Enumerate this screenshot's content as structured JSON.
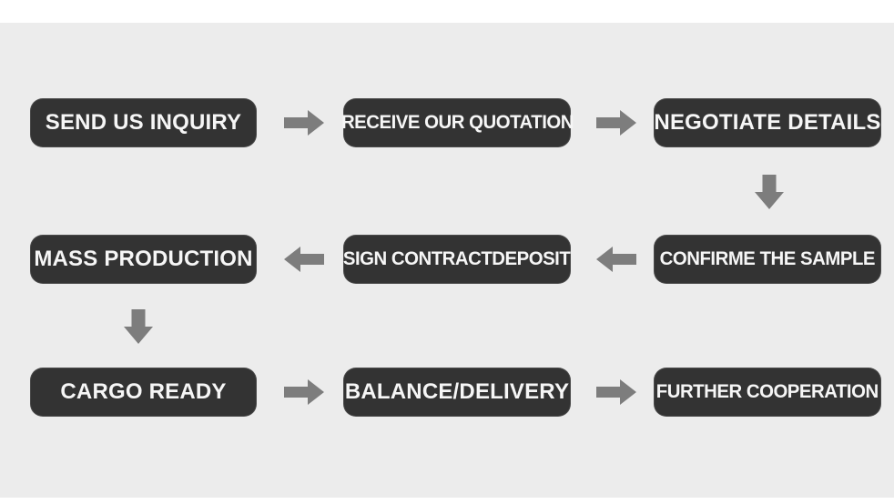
{
  "colors": {
    "page_bg": "#ffffff",
    "panel_bg": "#ececec",
    "box_bg": "#333333",
    "box_text": "#f6f6f6",
    "arrow_color": "#7d7d7d"
  },
  "icons": {
    "arrow_right": "solid right-pointing block arrow",
    "arrow_left": "solid left-pointing block arrow",
    "arrow_down": "solid down-pointing block arrow"
  },
  "flow": {
    "rows": [
      {
        "direction": "right",
        "boxes": [
          {
            "label": "SEND US INQUIRY"
          },
          {
            "label": "RECEIVE OUR QUOTATION"
          },
          {
            "label": "NEGOTIATE DETAILS"
          }
        ]
      },
      {
        "direction": "left",
        "boxes": [
          {
            "label": "MASS PRODUCTION"
          },
          {
            "label": "SIGN CONTRACTDEPOSIT"
          },
          {
            "label": "CONFIRME THE SAMPLE"
          }
        ]
      },
      {
        "direction": "right",
        "boxes": [
          {
            "label": "CARGO READY"
          },
          {
            "label": "BALANCE/DELIVERY"
          },
          {
            "label": "FURTHER COOPERATION"
          }
        ]
      }
    ]
  }
}
